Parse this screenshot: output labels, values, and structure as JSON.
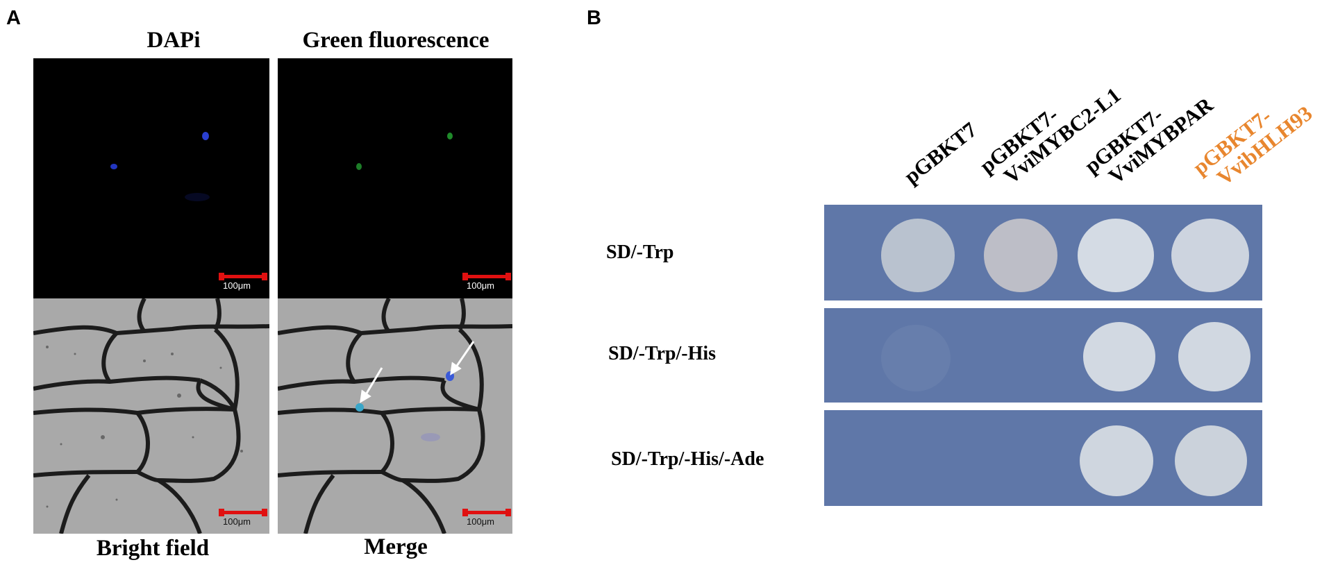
{
  "panel_a": {
    "letter": "A",
    "top_labels": [
      "DAPi",
      "Green fluorescence"
    ],
    "bottom_labels": [
      "Bright field",
      "Merge"
    ],
    "scale_bar": "100μm"
  },
  "panel_b": {
    "letter": "B",
    "strains": [
      {
        "line1": "pGBKT7",
        "line2": ""
      },
      {
        "line1": "pGBKT7-",
        "line2": "VviMYBC2-L1"
      },
      {
        "line1": "pGBKT7-",
        "line2": "VviMYBPAR"
      },
      {
        "line1": "pGBKT7-",
        "line2": "VvibHLH93"
      }
    ],
    "highlight_color": "#e8862e",
    "media": [
      "SD/-Trp",
      "SD/-Trp/-His",
      "SD/-Trp/-His/-Ade"
    ]
  }
}
